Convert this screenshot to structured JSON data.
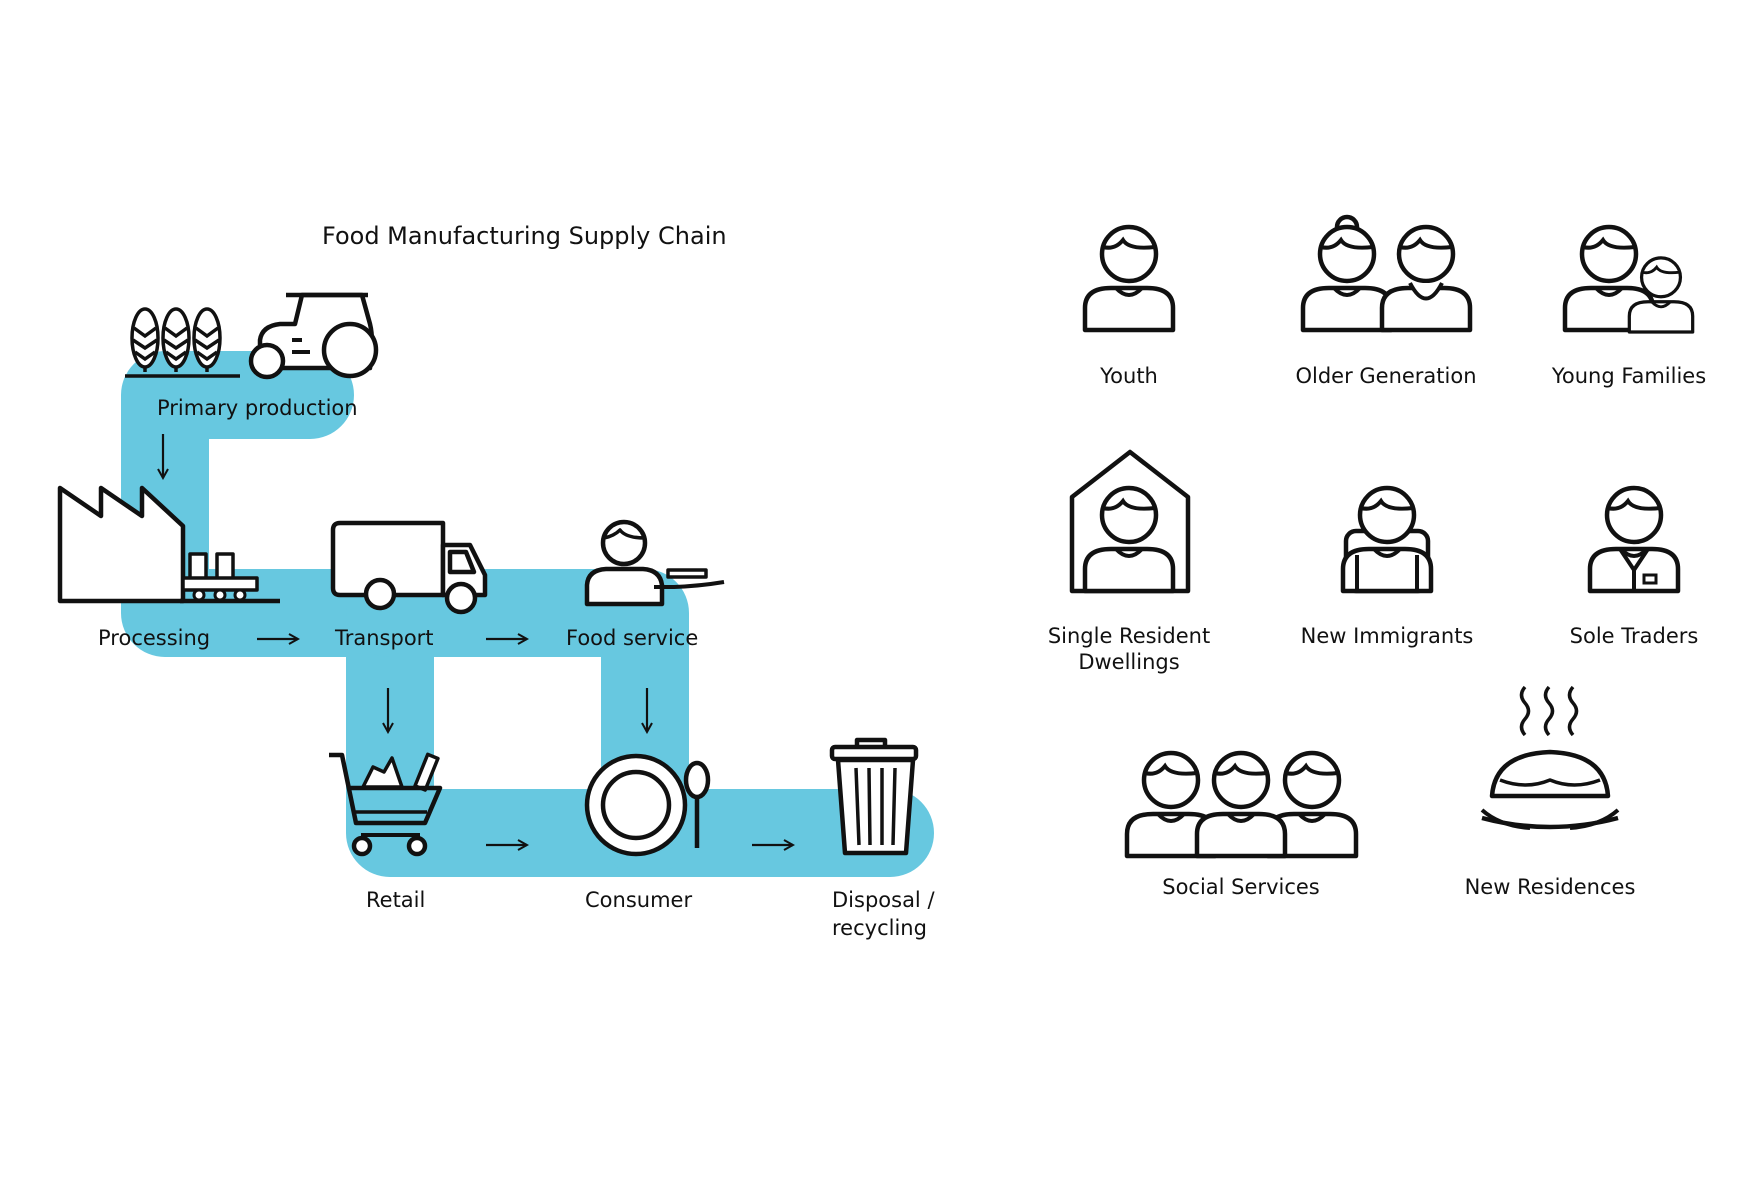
{
  "supply_chain": {
    "title": "Food Manufacturing Supply Chain",
    "path_color": "#67c8e0",
    "stages": {
      "primary": "Primary production",
      "processing": "Processing",
      "transport": "Transport",
      "food_service": "Food service",
      "retail": "Retail",
      "consumer": "Consumer",
      "disposal_1": "Disposal /",
      "disposal_2": "recycling"
    },
    "icons": [
      "wheat-icon",
      "tractor-icon",
      "factory-icon",
      "truck-icon",
      "waiter-icon",
      "shopping-cart-icon",
      "plate-icon",
      "trash-can-icon"
    ]
  },
  "personas": {
    "youth": "Youth",
    "older_generation": "Older Generation",
    "young_families": "Young Families",
    "single_resident_1": "Single Resident",
    "single_resident_2": "Dwellings",
    "new_immigrants": "New Immigrants",
    "sole_traders": "Sole Traders",
    "social_services": "Social Services",
    "new_residences": "New Residences"
  }
}
